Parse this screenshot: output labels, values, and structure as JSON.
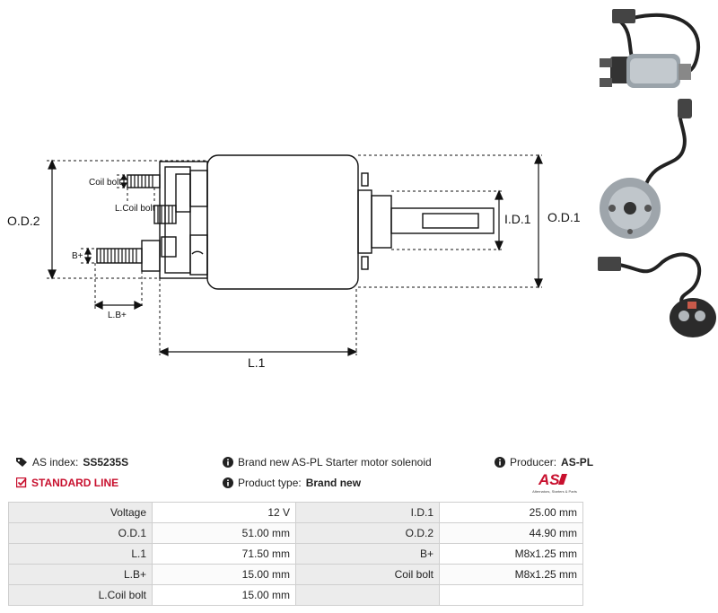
{
  "drawing": {
    "od2": "O.D.2",
    "od1": "O.D.1",
    "id1": "I.D.1",
    "l1": "L.1",
    "lbplus": "L.B+",
    "bplus": "B+",
    "coil_bolt": "Coil bolt",
    "l_coil_bolt": "L.Coil bolt"
  },
  "info": {
    "as_index_label": "AS index:",
    "as_index_value": "SS5235S",
    "standard_line": "STANDARD LINE",
    "description": "Brand new AS-PL Starter motor solenoid",
    "product_type_label": "Product type:",
    "product_type_value": "Brand new",
    "producer_label": "Producer:",
    "producer_value": "AS-PL",
    "logo_tagline": "Alternators, Starters & Parts"
  },
  "specs": [
    [
      "Voltage",
      "12 V",
      "I.D.1",
      "25.00 mm"
    ],
    [
      "O.D.1",
      "51.00 mm",
      "O.D.2",
      "44.90 mm"
    ],
    [
      "L.1",
      "71.50 mm",
      "B+",
      "M8x1.25 mm"
    ],
    [
      "L.B+",
      "15.00 mm",
      "Coil bolt",
      "M8x1.25 mm"
    ],
    [
      "L.Coil bolt",
      "15.00 mm",
      "",
      ""
    ]
  ],
  "colors": {
    "accent": "#c8102e",
    "line": "#111111"
  },
  "icons": [
    "tag-icon",
    "check-icon",
    "info-icon",
    "as-pl-logo"
  ]
}
